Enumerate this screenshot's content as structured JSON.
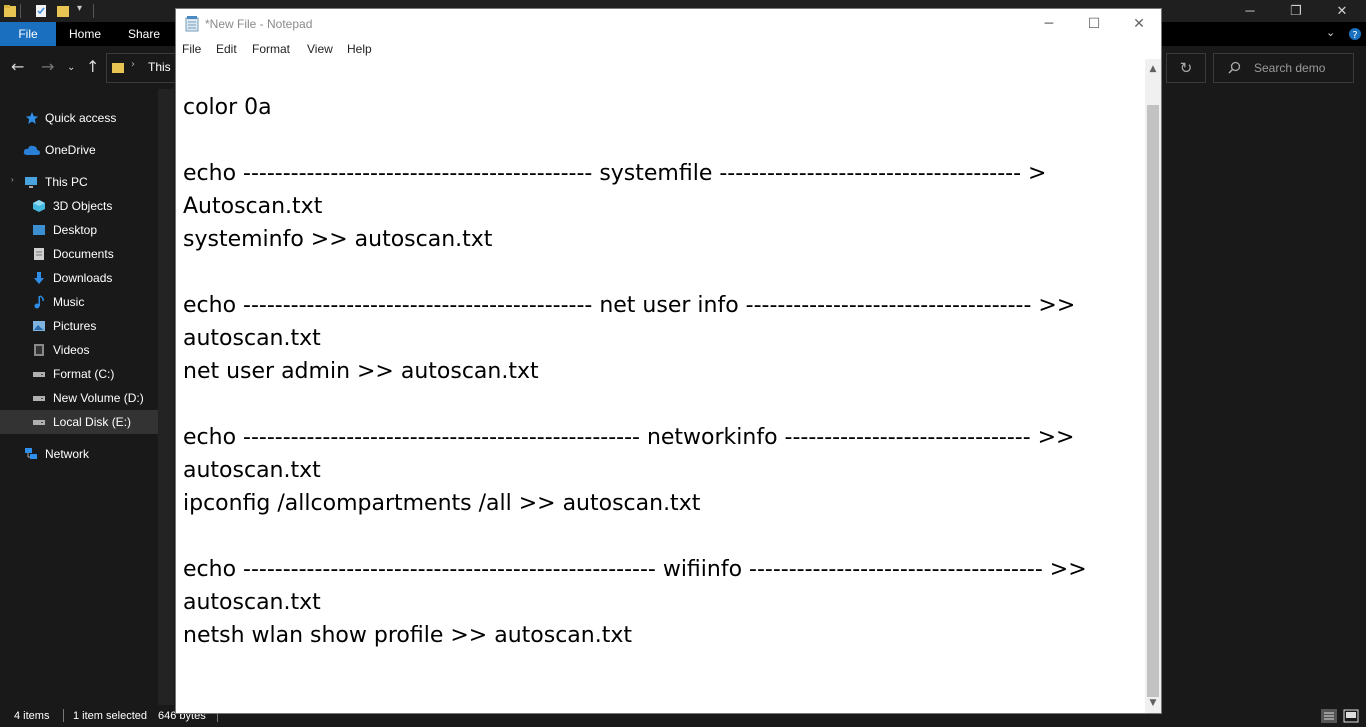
{
  "explorer": {
    "ribbon_tabs": [
      "File",
      "Home",
      "Share"
    ],
    "address_text": "This",
    "search_placeholder": "Search demo",
    "nav_items": [
      {
        "label": "Quick access",
        "icon": "star-icon",
        "color": "#2f8fe8"
      },
      {
        "label": "OneDrive",
        "icon": "cloud-icon",
        "color": "#2a7fd6"
      },
      {
        "label": "This PC",
        "icon": "monitor-icon",
        "color": "#4aa3df"
      },
      {
        "label": "3D Objects",
        "icon": "cube-icon",
        "color": "#45b8e0"
      },
      {
        "label": "Desktop",
        "icon": "desktop-icon",
        "color": "#3b8fd0"
      },
      {
        "label": "Documents",
        "icon": "document-icon",
        "color": "#d0d0d0"
      },
      {
        "label": "Downloads",
        "icon": "download-arrow-icon",
        "color": "#2f8fe8"
      },
      {
        "label": "Music",
        "icon": "music-note-icon",
        "color": "#2f8fe8"
      },
      {
        "label": "Pictures",
        "icon": "picture-icon",
        "color": "#7fb3e0"
      },
      {
        "label": "Videos",
        "icon": "film-icon",
        "color": "#8a8a8a"
      },
      {
        "label": "Format (C:)",
        "icon": "drive-icon",
        "color": "#b0b0b0"
      },
      {
        "label": "New Volume (D:)",
        "icon": "drive-icon",
        "color": "#b0b0b0"
      },
      {
        "label": "Local Disk (E:)",
        "icon": "drive-icon",
        "color": "#b0b0b0"
      },
      {
        "label": "Network",
        "icon": "network-icon",
        "color": "#2f8fe8"
      }
    ],
    "status": {
      "items_count": "4 items",
      "selected": "1 item selected",
      "size": "646 bytes"
    }
  },
  "notepad": {
    "title": "*New File - Notepad",
    "menu": [
      "File",
      "Edit",
      "Format",
      "View",
      "Help"
    ],
    "lines": [
      "color 0a",
      "",
      "echo -------------------------------------------- systemfile -------------------------------------- >",
      "Autoscan.txt",
      "systeminfo >> autoscan.txt",
      "",
      "echo -------------------------------------------- net user info ------------------------------------ >>",
      "autoscan.txt",
      "net user admin >> autoscan.txt",
      "",
      "echo -------------------------------------------------- networkinfo ------------------------------- >>",
      "autoscan.txt",
      "ipconfig /allcompartments /all >> autoscan.txt",
      "",
      "echo ---------------------------------------------------- wifiinfo ------------------------------------- >>",
      "autoscan.txt",
      "netsh wlan show profile >> autoscan.txt"
    ]
  },
  "colors": {
    "accent_file_tab": "#1a6fbe",
    "explorer_bg": "#191919",
    "notepad_bg": "#ffffff"
  }
}
